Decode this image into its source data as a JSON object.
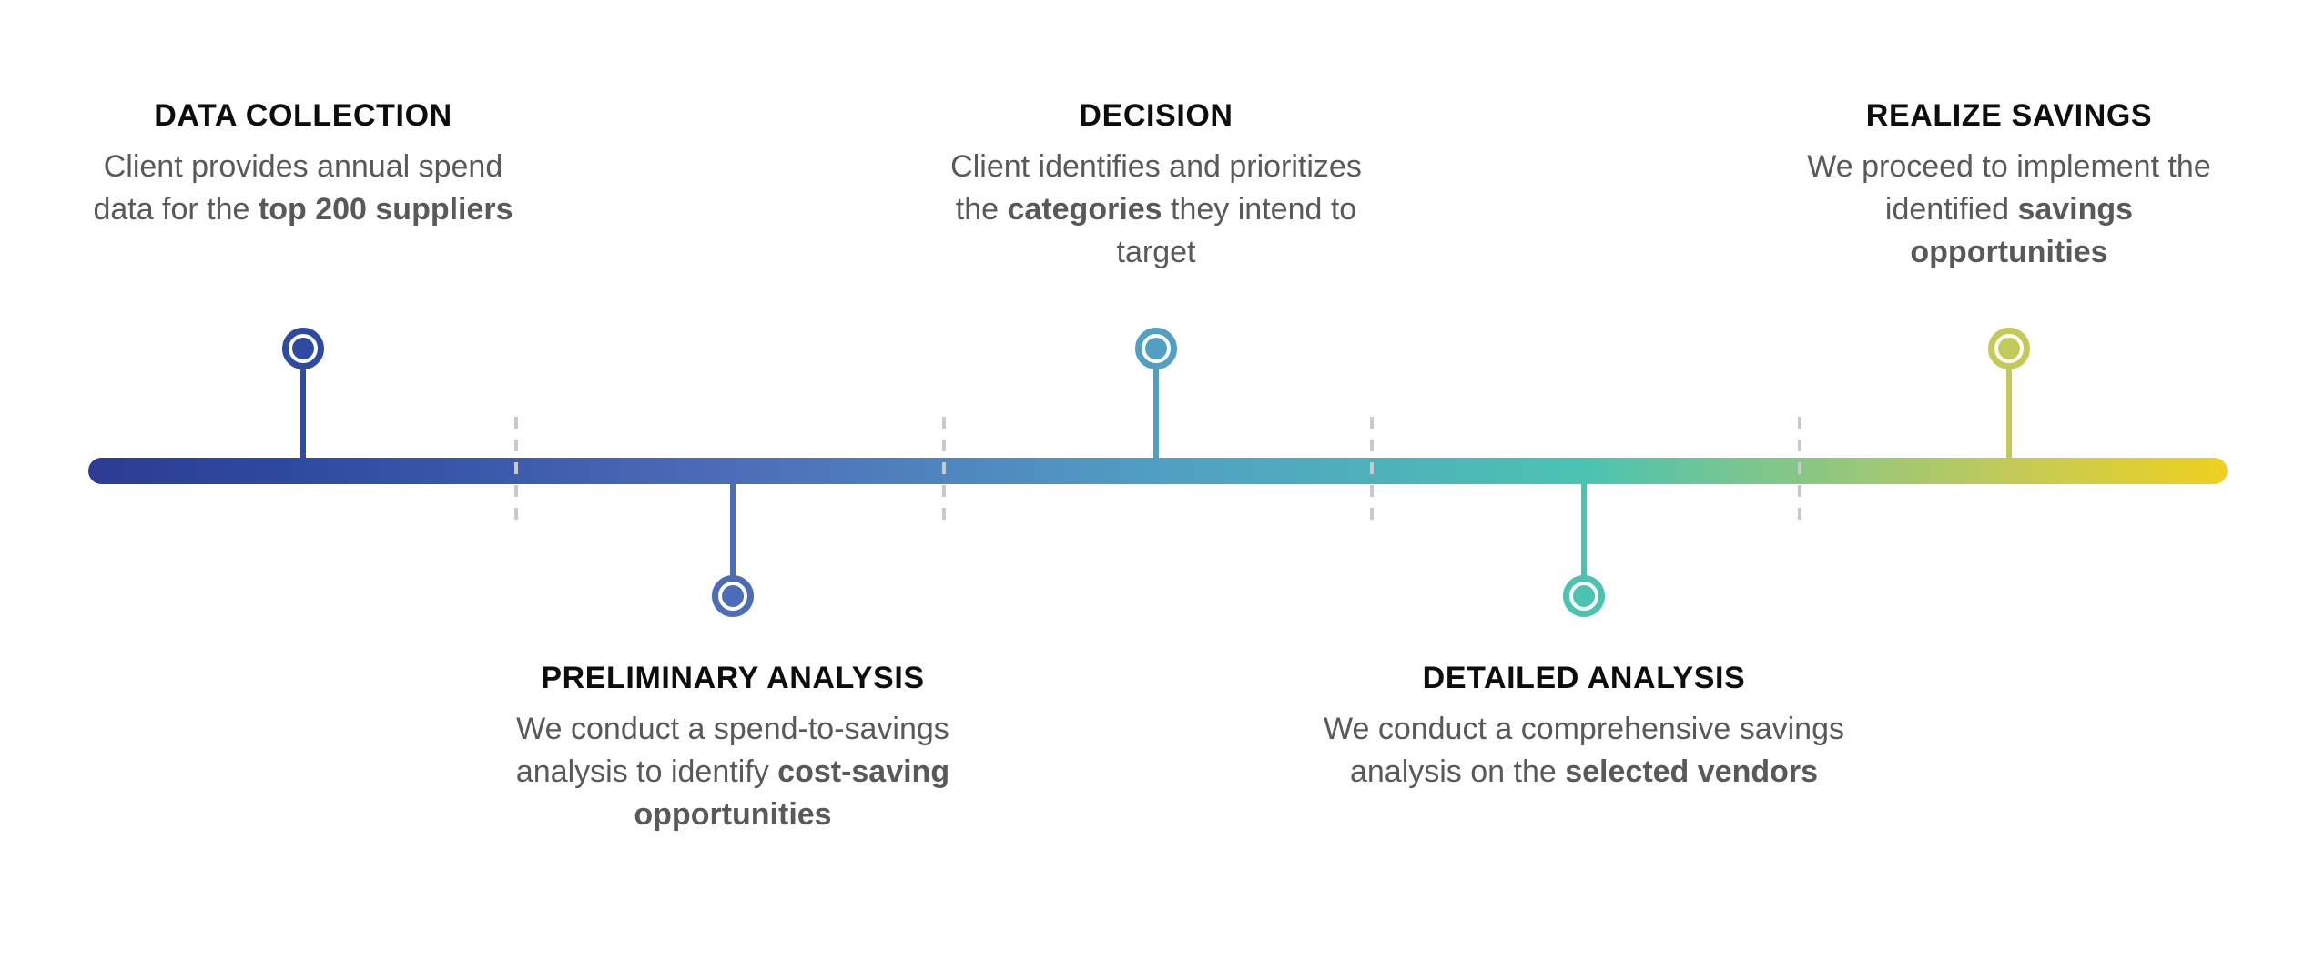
{
  "diagram": {
    "type": "horizontal-process-timeline",
    "background_color": "#ffffff",
    "title_color": "#0d0d0d",
    "body_text_color": "#58595b",
    "timeline": {
      "gradient_stops": [
        "#2c3c92 0%",
        "#2e4ba0 10%",
        "#4d6cb8 30%",
        "#519fc3 50%",
        "#4cc3b1 70%",
        "#c3ca58 90%",
        "#efd11f 100%"
      ],
      "separator_color": "#c9c9c9",
      "segment_count": 5
    },
    "stages": [
      {
        "title": "DATA COLLECTION",
        "body_pre": "Client provides annual spend data for the ",
        "body_bold": "top 200 suppliers",
        "body_post": "",
        "color": "#2e4ba0",
        "position": "above"
      },
      {
        "title": "PRELIMINARY ANALYSIS",
        "body_pre": "We conduct a spend-to-savings analysis to identify ",
        "body_bold": "cost-saving opportunities",
        "body_post": "",
        "color": "#4d6cb8",
        "position": "below"
      },
      {
        "title": "DECISION",
        "body_pre": "Client identifies and prioritizes the ",
        "body_bold": "categories",
        "body_post": " they intend to target",
        "color": "#519fc3",
        "position": "above"
      },
      {
        "title": "DETAILED ANALYSIS",
        "body_pre": "We conduct a comprehensive savings analysis on the ",
        "body_bold": "selected vendors",
        "body_post": "",
        "color": "#4cc3b1",
        "position": "below"
      },
      {
        "title": "REALIZE SAVINGS",
        "body_pre": "We proceed to implement the identified ",
        "body_bold": "savings opportunities",
        "body_post": "",
        "color": "#c3ca58",
        "position": "above"
      }
    ]
  }
}
